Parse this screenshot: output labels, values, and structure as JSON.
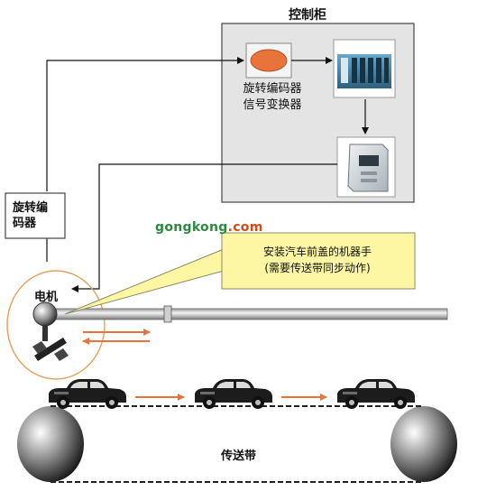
{
  "control_cabinet": {
    "title": "控制柜"
  },
  "converter": {
    "label_line1": "旋转编码器",
    "label_line2": "信号变换器"
  },
  "encoder": {
    "label_line1": "旋转编",
    "label_line2": "码器"
  },
  "motor": {
    "label": "电机"
  },
  "watermark": {
    "part1": "gongkong",
    "part2": ".com"
  },
  "robot_callout": {
    "line1": "安装汽车前盖的机器手",
    "line2": "(需要传送带同步动作)"
  },
  "conveyor": {
    "label": "传送带"
  },
  "colors": {
    "accent_orange": "#e8743b",
    "callout_bg": "#fdf6a3",
    "cabinet_bg": "#e4e4e4"
  }
}
